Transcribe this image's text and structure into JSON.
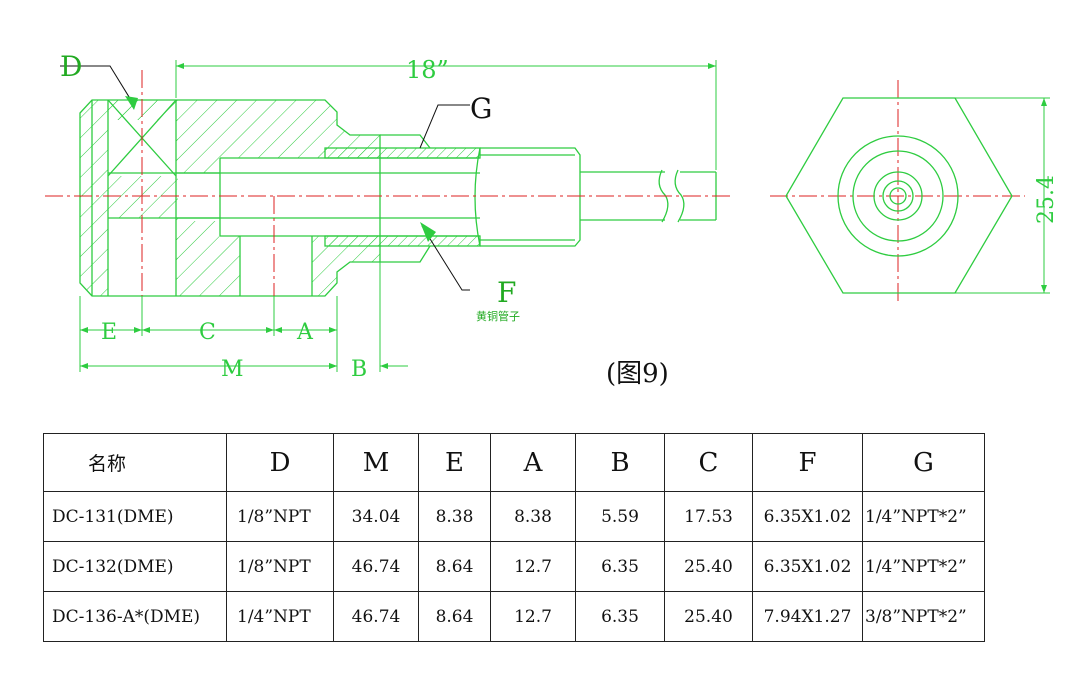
{
  "drawing": {
    "colors": {
      "outline": "#2ecc40",
      "dimension": "#2ecc40",
      "centerline": "#dd2222",
      "leader": "#111111",
      "text": "#111111",
      "label_green": "#22aa22"
    },
    "labels": {
      "D": "D",
      "G": "G",
      "F": "F",
      "F_note": "黄铜管子",
      "E": "E",
      "C": "C",
      "A": "A",
      "M": "M",
      "B": "B",
      "length": "18”",
      "width": "25.4",
      "figure": "(图9)"
    }
  },
  "table": {
    "headers": [
      "名称",
      "D",
      "M",
      "E",
      "A",
      "B",
      "C",
      "F",
      "G"
    ],
    "rows": [
      [
        "DC-131(DME)",
        "1/8”NPT",
        "34.04",
        "8.38",
        "8.38",
        "5.59",
        "17.53",
        "6.35X1.02",
        "1/4”NPT*2”"
      ],
      [
        "DC-132(DME)",
        "1/8”NPT",
        "46.74",
        "8.64",
        "12.7",
        "6.35",
        "25.40",
        "6.35X1.02",
        "1/4”NPT*2”"
      ],
      [
        "DC-136-A*(DME)",
        "1/4”NPT",
        "46.74",
        "8.64",
        "12.7",
        "6.35",
        "25.40",
        "7.94X1.27",
        "3/8”NPT*2”"
      ]
    ]
  }
}
